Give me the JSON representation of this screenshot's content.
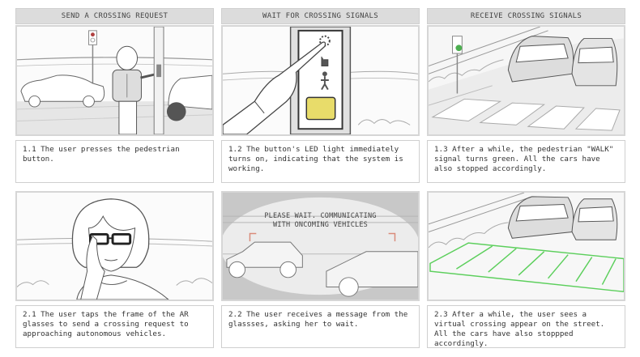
{
  "storyboard": {
    "columns": [
      {
        "header": "SEND A CROSSING REQUEST"
      },
      {
        "header": "WAIT FOR CROSSING SIGNALS"
      },
      {
        "header": "RECEIVE CROSSING SIGNALS"
      }
    ],
    "row1": [
      {
        "id": "1.1",
        "caption": "1.1 The user presses the pedestrian button.",
        "scene": "woman-pressing-pedestrian-button"
      },
      {
        "id": "1.2",
        "caption": "1.2 The button's LED light immediately turns on, indicating that the system is working.",
        "scene": "finger-pressing-button-led-on"
      },
      {
        "id": "1.3",
        "caption": "1.3 After a while, the pedestrian \"WALK\" signal turns green. All the cars have also stopped accordingly.",
        "scene": "green-signal-cars-stopped"
      }
    ],
    "row2": [
      {
        "id": "2.1",
        "caption": "2.1 The user taps the frame of the AR glasses to send a crossing request to approaching autonomous vehicles.",
        "scene": "woman-tapping-ar-glasses"
      },
      {
        "id": "2.2",
        "caption": "2.2 The user receives a message from the glassses, asking her to wait.",
        "scene": "ar-view-wait-message",
        "overlay_message_line1": "PLEASE WAIT. COMMUNICATING",
        "overlay_message_line2": "WITH ONCOMING VEHICLES"
      },
      {
        "id": "2.3",
        "caption": "2.3 After a while, the user sees a virtual crossing appear on the street. All the cars have also stoppped accordingly.",
        "scene": "virtual-crossing-cars-stopped"
      }
    ]
  },
  "colors": {
    "header_bg": "#dcdcdc",
    "led_yellow": "#e8dc6a",
    "signal_red": "#b04040",
    "signal_green": "#4caf50",
    "virtual_crossing_green": "#5ccf5c",
    "ar_bracket": "#d98b7a"
  }
}
